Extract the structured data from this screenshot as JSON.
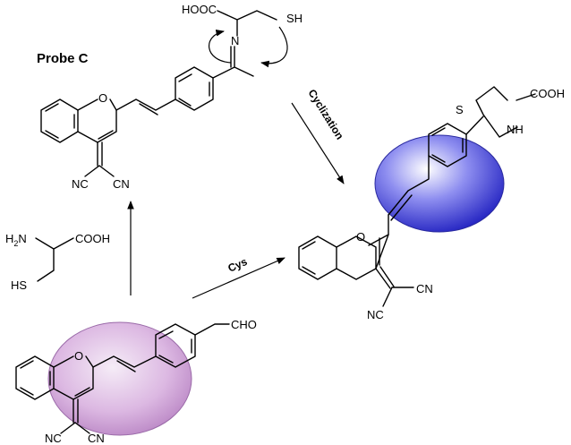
{
  "title": "Probe C",
  "labels": {
    "hooc": "HOOC",
    "sh_top": "SH",
    "n": "N",
    "o_probe": "O",
    "nc_probe": "NC",
    "cn_probe": "CN",
    "h2n": "H",
    "h2n_sub": "2",
    "h2n_n": "N",
    "cooh_cys": "COOH",
    "hs_cys": "HS",
    "s_ring": "S",
    "nh_ring": "NH",
    "cooh_product": "COOH",
    "o_product": "O",
    "cn_product": "CN",
    "nc_product": "NC",
    "cho": "CHO",
    "o_start": "O",
    "nc_start": "NC",
    "cn_start": "CN"
  },
  "steps": {
    "cyclization": "Cyclization",
    "cys": "Cys"
  },
  "colors": {
    "blue_highlight": "#3f3fd8",
    "purple_highlight": "#c99ad2"
  }
}
